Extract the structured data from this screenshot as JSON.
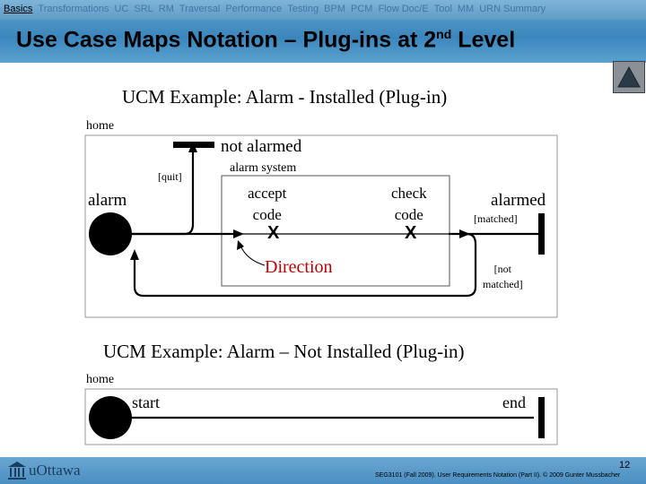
{
  "nav": {
    "items": [
      "Basics",
      "Transformations",
      "UC",
      "SRL",
      "RM",
      "Traversal",
      "Performance",
      "Testing",
      "BPM",
      "PCM",
      "Flow Doc/E",
      "Tool",
      "MM",
      "URN Summary"
    ],
    "active_index": 0
  },
  "title": {
    "prefix": "Use Case Maps Notation – Plug-ins at 2",
    "sup": "nd",
    "suffix": " Level"
  },
  "top_example": {
    "heading": "UCM Example: Alarm - Installed (Plug-in)",
    "component_label": "home",
    "not_alarmed": "not alarmed",
    "quit": "[quit]",
    "alarm_system": "alarm system",
    "alarm": "alarm",
    "accept_code": "accept\ncode",
    "check_code": "check\ncode",
    "alarmed": "alarmed",
    "matched": "[matched]",
    "not_matched": "[not\nmatched]",
    "direction": "Direction",
    "responsibility_marker": "X"
  },
  "bottom_example": {
    "heading": "UCM Example: Alarm – Not Installed (Plug-in)",
    "component_label": "home",
    "start": "start",
    "end": "end"
  },
  "footer": {
    "logo_text": "uOttawa",
    "page_number": "12",
    "course": "SEG3101 (Fall 2009).  User Requirements Notation (Part II).  © 2009 Gunter Mussbacher"
  },
  "colors": {
    "title_band": "#3a86bd",
    "direction_red": "#c00000"
  }
}
